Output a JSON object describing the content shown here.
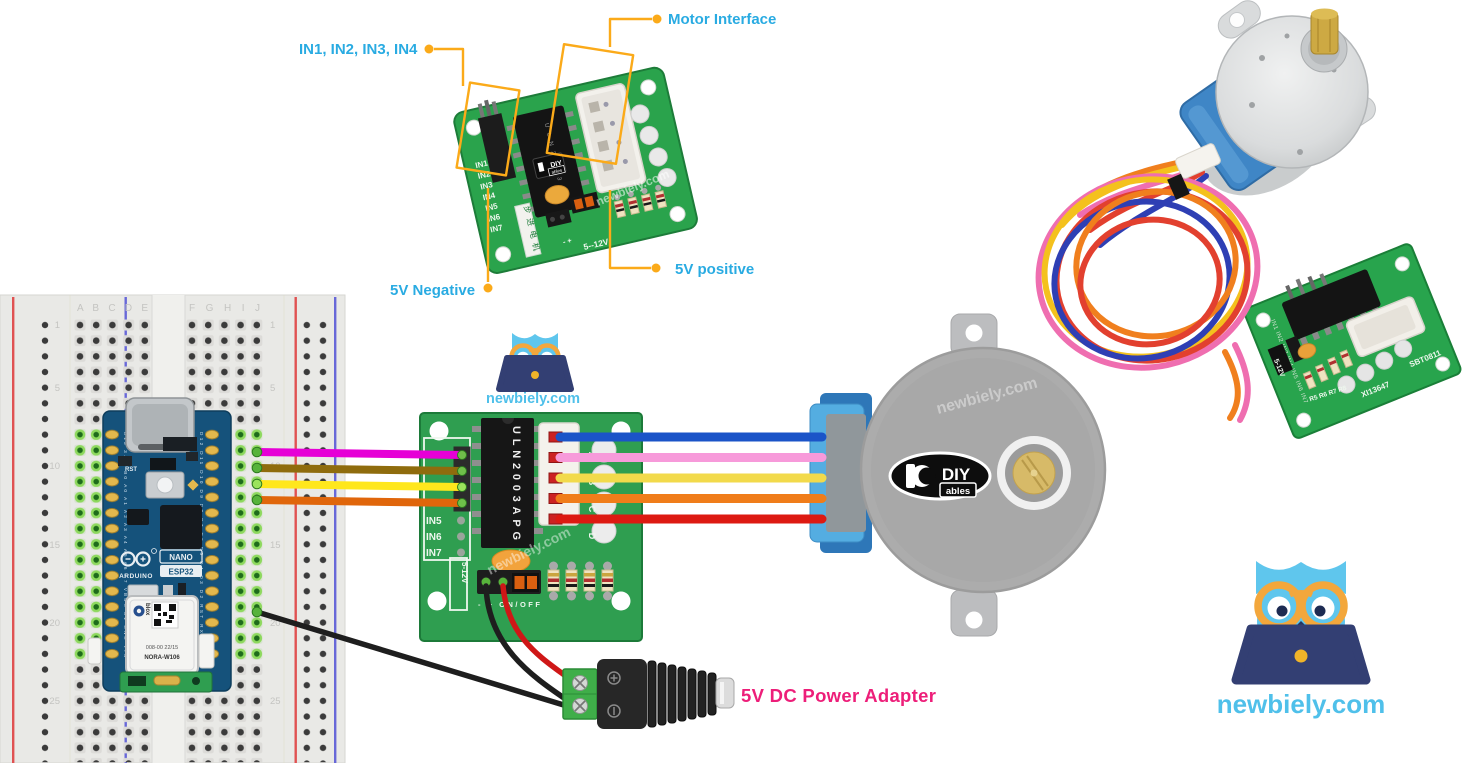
{
  "annotations": {
    "in_pins": "IN1, IN2, IN3, IN4",
    "motor_interface": "Motor Interface",
    "five_v_negative": "5V Negative",
    "five_v_positive": "5V positive",
    "power_adapter": "5V DC Power Adapter"
  },
  "colors": {
    "label_cyan": "#29abe2",
    "leader_orange": "#fbaa19",
    "power_label_pink": "#ed1e79",
    "pcb_green": "#2f9e50"
  },
  "brand": {
    "site": "newbiely.com",
    "diy": "DIY",
    "ables": "ables"
  },
  "watermark": "newbiely.com",
  "breadboard": {
    "columns_left": "A B C D E",
    "columns_right": "F G H I J",
    "rows": [
      "1",
      "5",
      "10",
      "15",
      "20",
      "25"
    ]
  },
  "arduino": {
    "brand": "ARDUINO",
    "model_top": "NANO",
    "model_bottom": "ESP32",
    "reset": "RST",
    "module_brand": "blox",
    "module_line1": "008-00 22/15",
    "module_line2": "NORA-W106",
    "pins_left": "D13 3.3V B0 A0 A1 A2 A3 A4 A5 A6 A7 VBUS B1 GND VIN",
    "pins_right": "D12 D11 D10 D9 D8 D7 D6 D5 D4 D3 D2 RST RX0 TX1"
  },
  "driver_board": {
    "chip": "ULN2003APG",
    "in5": "IN5",
    "in6": "IN6",
    "in7": "IN7",
    "voltage": "5-12V",
    "power_silk": "-  +   ON/OFF",
    "leds": [
      "A",
      "B",
      "C",
      "D"
    ]
  },
  "photo_board_top": {
    "chip": "ULN2003AN",
    "in_labels": [
      "IN1",
      "IN2",
      "IN3",
      "IN4",
      "IN5",
      "IN6",
      "IN7"
    ],
    "polarity": "-  +",
    "voltage": "5--12V",
    "side_label": "步进电机"
  },
  "photo_board_small": {
    "in_labels": "IN1 IN2 IN3 IN4 IN5 IN6 IN7",
    "voltage": "5-12V",
    "code_left": "XI13647",
    "code_right": "SBT0811",
    "resistor_labels": "R5 R6 R7 R8"
  }
}
